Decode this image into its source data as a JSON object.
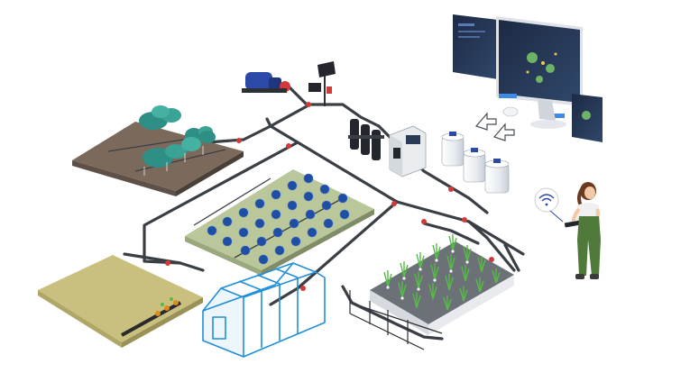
{
  "scene": {
    "kind": "smart-irrigation-system-illustration",
    "colors": {
      "pipe": "#3a3f45",
      "valve_red": "#d23a3a",
      "soil_brown": "#7b6a5c",
      "field_green": "#b9c79a",
      "sand": "#c9c07f",
      "greenhouse_blue": "#1f8fd8",
      "plant_blue": "#1f4ea3",
      "teal_tree": "#2e8f86",
      "crop_green": "#57b947",
      "pump_blue": "#2b4aa8",
      "filter_dark": "#23272d",
      "tank_white": "#eef1f4",
      "monitor_screen": "#2b3b57",
      "woman_shirt": "#f0f0f0",
      "woman_overalls": "#4f7a3a",
      "woman_hair": "#6b3a1f"
    },
    "components": [
      {
        "id": "orchard",
        "icon": "trees-icon"
      },
      {
        "id": "field",
        "icon": "plants-icon"
      },
      {
        "id": "sand-plot",
        "icon": "drip-line-icon"
      },
      {
        "id": "greenhouse",
        "icon": "greenhouse-icon"
      },
      {
        "id": "hydroponic-bed",
        "icon": "seedling-icon"
      },
      {
        "id": "pump",
        "icon": "pump-icon"
      },
      {
        "id": "weather-station",
        "icon": "solar-panel-icon"
      },
      {
        "id": "filters",
        "icon": "filter-icon"
      },
      {
        "id": "fertigation-machine",
        "icon": "controller-icon"
      },
      {
        "id": "fertilizer-tanks",
        "icon": "tank-icon"
      },
      {
        "id": "monitor",
        "icon": "monitor-icon"
      },
      {
        "id": "operator",
        "icon": "person-with-tablet-icon"
      },
      {
        "id": "wifi",
        "icon": "wifi-icon"
      }
    ]
  }
}
